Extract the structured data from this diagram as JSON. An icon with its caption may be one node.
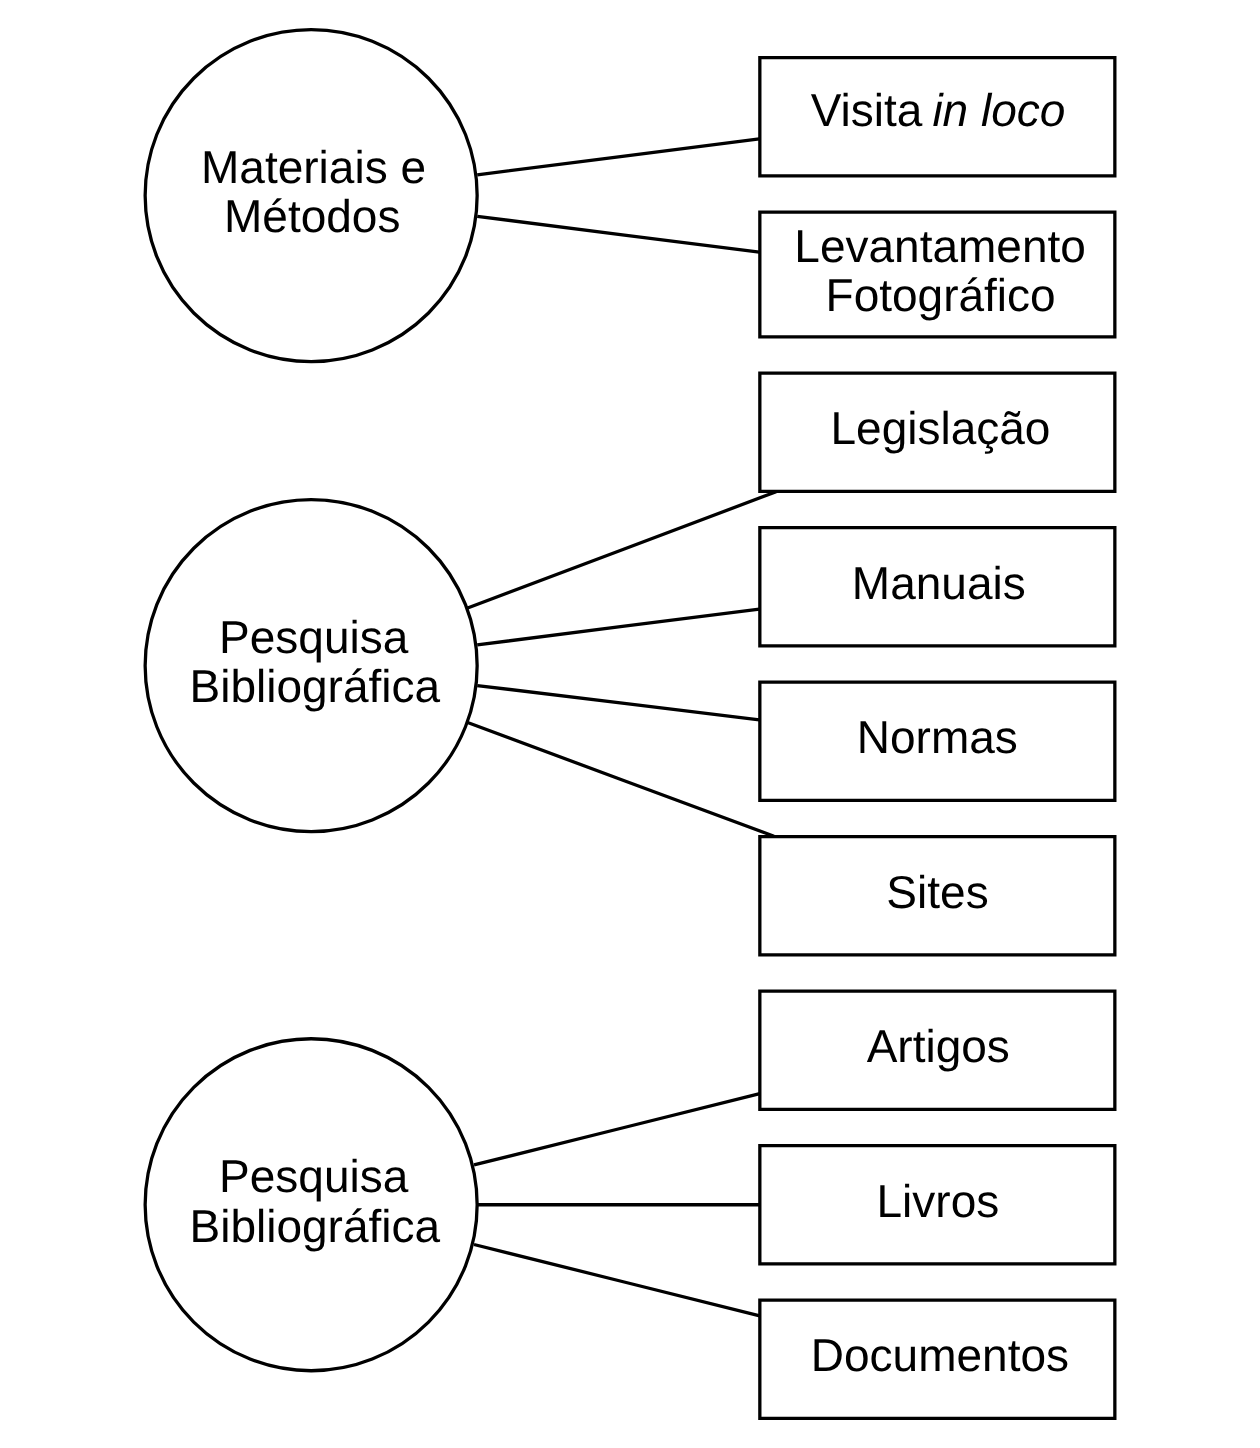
{
  "diagram": {
    "nodes": [
      {
        "text": [
          "Pesquisa Bibliográfica"
        ]
      },
      {
        "text": [
          "Artigos"
        ]
      },
      {
        "text": [
          "Livros"
        ]
      },
      {
        "text": [
          "Documentos"
        ]
      },
      {
        "text": [
          "Pesquisa Bibliográfica"
        ]
      },
      {
        "text": [
          "Legislação"
        ]
      },
      {
        "text": [
          "Manuais"
        ]
      },
      {
        "text": [
          "Normas"
        ]
      },
      {
        "text": [
          "Sites"
        ]
      },
      {
        "text": [
          "Materiais e Métodos"
        ]
      },
      {
        "text": [
          "Visita *in loco*"
        ]
      },
      {
        "text": [
          "Levantamento Fotográfico"
        ]
      }
    ],
    "edges": [
      {
        "from": 0,
        "to": 1,
        "arrow": "none"
      },
      {
        "from": 0,
        "to": 2,
        "arrow": "none"
      },
      {
        "from": 0,
        "to": 3,
        "arrow": "none"
      },
      {
        "from": 4,
        "to": 5,
        "arrow": "none"
      },
      {
        "from": 4,
        "to": 6,
        "arrow": "none"
      },
      {
        "from": 4,
        "to": 7,
        "arrow": "none"
      },
      {
        "from": 4,
        "to": 8,
        "arrow": "none"
      },
      {
        "from": 9,
        "to": 10,
        "arrow": "none"
      },
      {
        "from": 9,
        "to": 11,
        "arrow": "none"
      }
    ]
  }
}
